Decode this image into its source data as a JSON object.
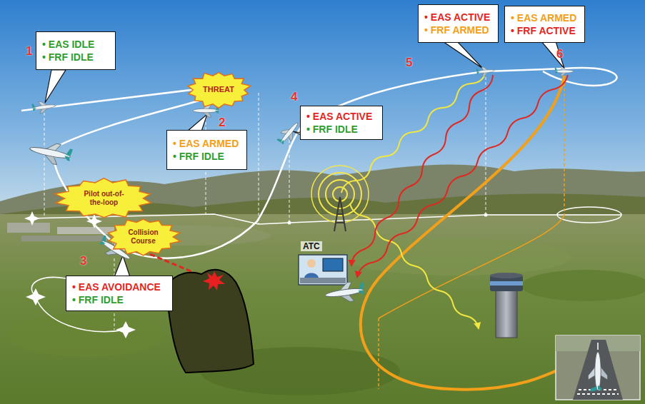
{
  "diagram": {
    "nodes": [
      {
        "text": [
          "• EAS IDLE",
          "• FRF IDLE"
        ]
      },
      {
        "text": [
          "THREAT"
        ]
      },
      {
        "text": [
          "• EAS ARMED",
          "• FRF IDLE"
        ]
      },
      {
        "text": [
          "Pilot out-of- the-loop"
        ]
      },
      {
        "text": [
          "Collision Course"
        ]
      },
      {
        "text": [
          "• EAS AVOIDANCE",
          "• FRF IDLE"
        ]
      },
      {
        "text": [
          "• EAS ACTIVE",
          "• FRF IDLE"
        ]
      },
      {
        "text": [
          "• EAS ACTIVE",
          "• FRF ARMED"
        ]
      },
      {
        "text": [
          "• EAS ARMED",
          "• FRF ACTIVE"
        ]
      }
    ],
    "labels": [
      "1",
      "2",
      "3",
      "4",
      "5",
      "6",
      "ATC"
    ]
  }
}
